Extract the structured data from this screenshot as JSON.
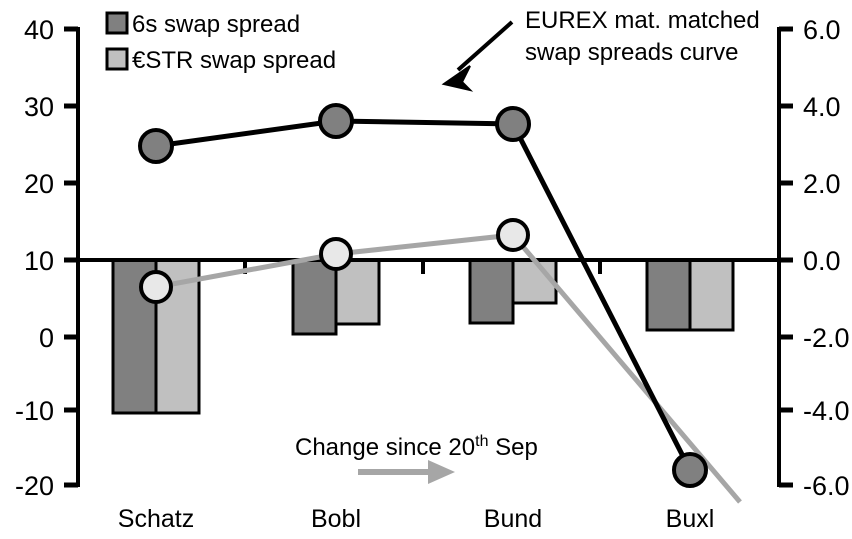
{
  "chart_data": {
    "type": "bar",
    "title": "",
    "categories": [
      "Schatz",
      "Bobl",
      "Bund",
      "Buxl"
    ],
    "series": [
      {
        "name": "6s swap spread",
        "type": "bar",
        "axis": "left",
        "color": "#808080",
        "values": [
          -10.3,
          0.0,
          1.8,
          1.0
        ]
      },
      {
        "name": "€STR swap spread",
        "type": "bar",
        "axis": "left",
        "color": "#c0c0c0",
        "values": [
          -10.3,
          0.8,
          3.4,
          1.2
        ]
      },
      {
        "name": "EUREX mat. matched swap spreads curve",
        "type": "line",
        "axis": "right",
        "color": "#000000",
        "marker_fill": "#808080",
        "values": [
          2.9,
          3.6,
          3.5,
          -5.6
        ]
      },
      {
        "name": "Change since 20th Sep",
        "type": "line",
        "axis": "right",
        "color": "#a6a6a6",
        "marker_fill": "#e0e0e0",
        "values": [
          -0.8,
          0.05,
          0.55,
          -6.3
        ]
      }
    ],
    "left_axis": {
      "ylim": [
        -20,
        40
      ],
      "ticks": [
        40,
        30,
        20,
        10,
        0,
        -10,
        -20
      ],
      "tick_labels": [
        "40",
        "30",
        "20",
        "10",
        "0",
        "-10",
        "-20"
      ],
      "baseline": 10
    },
    "right_axis": {
      "ylim": [
        -6.0,
        6.0
      ],
      "ticks": [
        6.0,
        4.0,
        2.0,
        0.0,
        -2.0,
        -4.0,
        -6.0
      ],
      "tick_labels": [
        "6.0",
        "4.0",
        "2.0",
        "0.0",
        "-2.0",
        "-4.0",
        "-6.0"
      ],
      "baseline": 0.0
    },
    "xlabel": "",
    "ylabel": "",
    "grid": false,
    "legend_position": "top-left"
  },
  "legend": {
    "items": [
      {
        "label": "6s swap spread",
        "swatch": "#808080"
      },
      {
        "label": "€STR swap spread",
        "swatch": "#c0c0c0"
      }
    ]
  },
  "annotations": {
    "curve_label_line1": "EUREX mat. matched",
    "curve_label_line2": "swap spreads curve",
    "change_label_prefix": "Change since 20",
    "change_label_sup": "th",
    "change_label_suffix": " Sep"
  },
  "axis_left": {
    "t0": "40",
    "t1": "30",
    "t2": "20",
    "t3": "10",
    "t4": "0",
    "t5": "-10",
    "t6": "-20"
  },
  "axis_right": {
    "t0": "6.0",
    "t1": "4.0",
    "t2": "2.0",
    "t3": "0.0",
    "t4": "-2.0",
    "t5": "-4.0",
    "t6": "-6.0"
  },
  "categories": {
    "c0": "Schatz",
    "c1": "Bobl",
    "c2": "Bund",
    "c3": "Buxl"
  },
  "colors": {
    "bar_dark": "#808080",
    "bar_light": "#c0c0c0",
    "line_black": "#000000",
    "line_gray": "#a6a6a6",
    "marker_dark_fill": "#808080",
    "marker_light_fill": "#e8e8e8",
    "axis": "#000000"
  }
}
